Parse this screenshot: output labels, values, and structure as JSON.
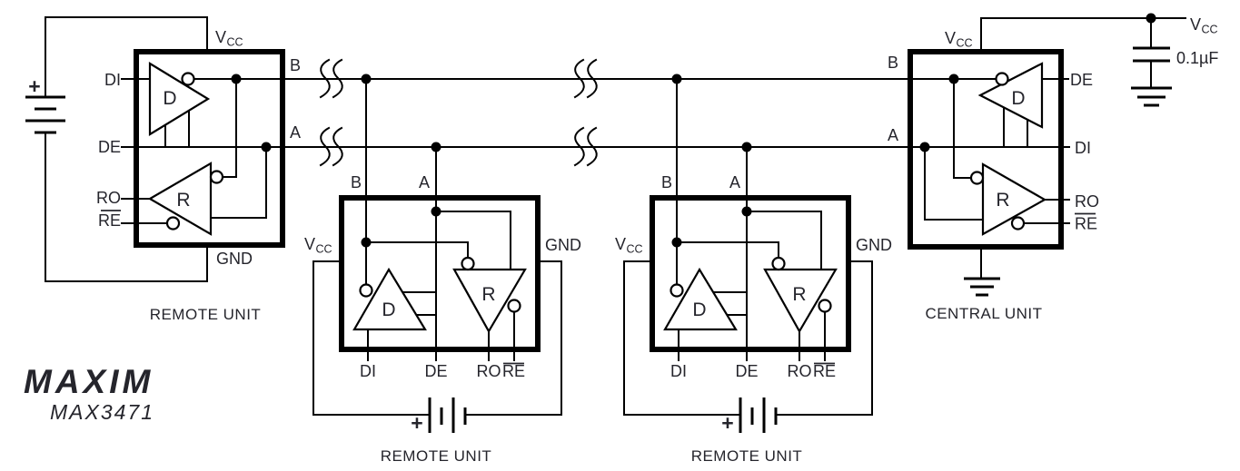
{
  "brand": {
    "logo": "MAXIM",
    "part": "MAX3471"
  },
  "capacitor": {
    "value": "0.1µF"
  },
  "rail": {
    "vcc_main": "V",
    "vcc_sub": "CC"
  },
  "units": [
    {
      "id": "remote-left",
      "caption": "REMOTE UNIT",
      "driver_label": "D",
      "receiver_label": "R",
      "pins": {
        "di": "DI",
        "de": "DE",
        "ro": "RO",
        "re": "RE"
      },
      "ports": {
        "b": "B",
        "a": "A"
      },
      "power": {
        "vcc_main": "V",
        "vcc_sub": "CC",
        "gnd": "GND",
        "battery_plus": "+"
      }
    },
    {
      "id": "remote-middle-1",
      "caption": "REMOTE UNIT",
      "driver_label": "D",
      "receiver_label": "R",
      "pins": {
        "di": "DI",
        "de": "DE",
        "ro": "RO",
        "re": "RE"
      },
      "ports": {
        "b": "B",
        "a": "A"
      },
      "power": {
        "vcc_main": "V",
        "vcc_sub": "CC",
        "gnd": "GND",
        "battery_plus": "+"
      }
    },
    {
      "id": "remote-middle-2",
      "caption": "REMOTE UNIT",
      "driver_label": "D",
      "receiver_label": "R",
      "pins": {
        "di": "DI",
        "de": "DE",
        "ro": "RO",
        "re": "RE"
      },
      "ports": {
        "b": "B",
        "a": "A"
      },
      "power": {
        "vcc_main": "V",
        "vcc_sub": "CC",
        "gnd": "GND",
        "battery_plus": "+"
      }
    },
    {
      "id": "central",
      "caption": "CENTRAL UNIT",
      "driver_label": "D",
      "receiver_label": "R",
      "pins": {
        "de": "DE",
        "di": "DI",
        "ro": "RO",
        "re": "RE"
      },
      "ports": {
        "b": "B",
        "a": "A"
      },
      "power": {
        "vcc_main": "V",
        "vcc_sub": "CC"
      }
    }
  ]
}
